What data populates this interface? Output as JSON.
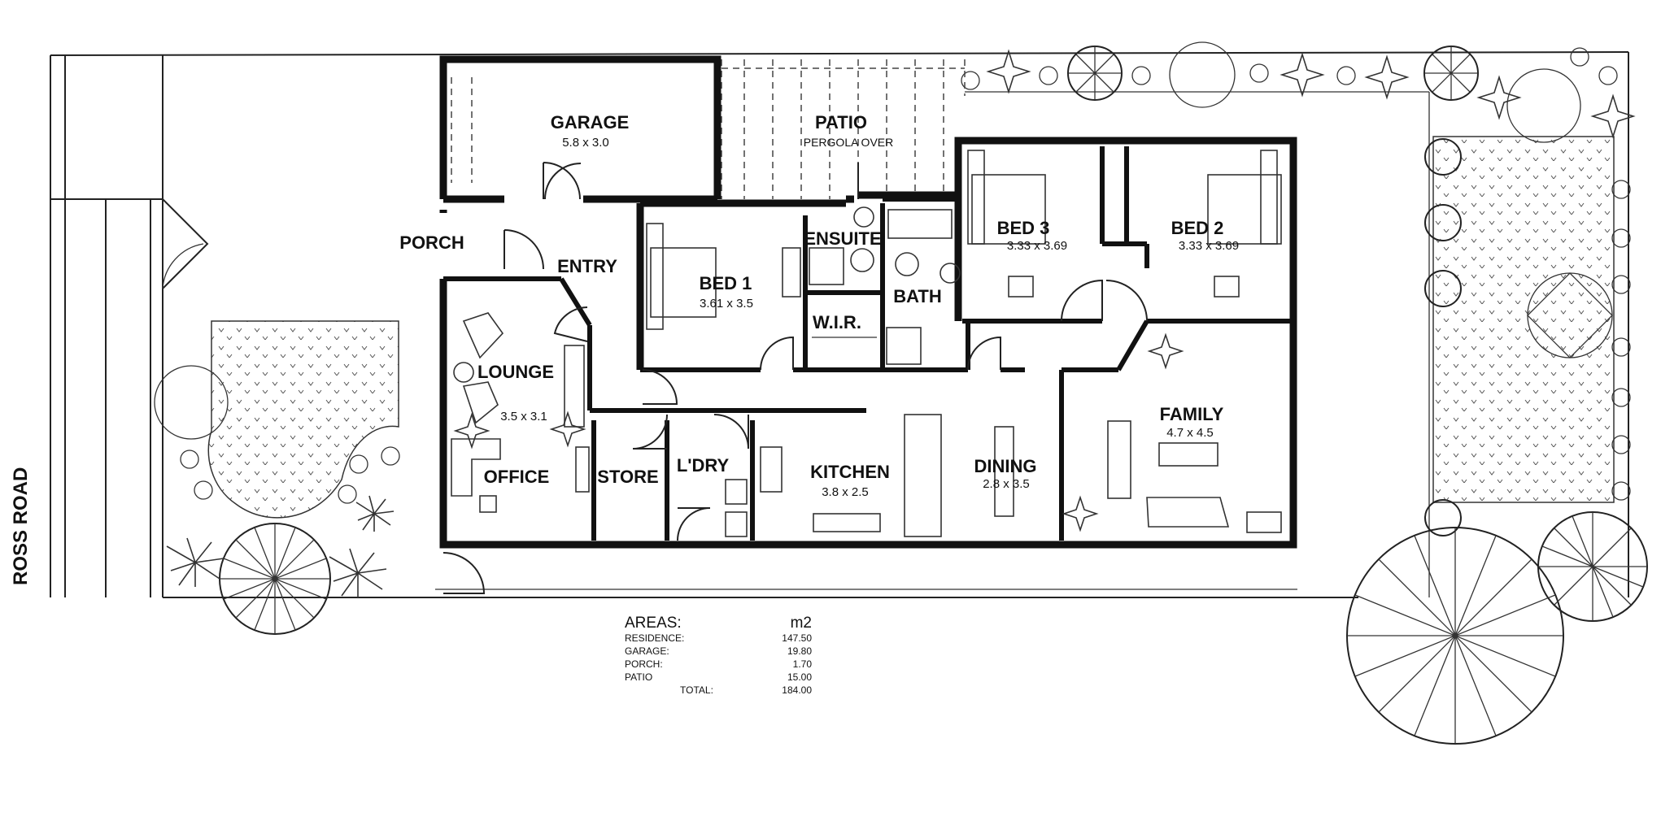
{
  "road_label": "ROSS ROAD",
  "rooms": {
    "garage": {
      "name": "GARAGE",
      "dim": "5.8 x 3.0"
    },
    "patio": {
      "name": "PATIO",
      "note": "PERGOLA OVER"
    },
    "porch": {
      "name": "PORCH"
    },
    "entry": {
      "name": "ENTRY"
    },
    "bed1": {
      "name": "BED 1",
      "dim": "3.61 x 3.5"
    },
    "ensuite": {
      "name": "ENSUITE"
    },
    "wir": {
      "name": "W.I.R."
    },
    "bath": {
      "name": "BATH"
    },
    "bed3": {
      "name": "BED 3",
      "dim": "3.33 x 3.69"
    },
    "bed2": {
      "name": "BED 2",
      "dim": "3.33 x 3.69"
    },
    "lounge": {
      "name": "LOUNGE",
      "dim": "3.5 x 3.1"
    },
    "office": {
      "name": "OFFICE"
    },
    "store": {
      "name": "STORE"
    },
    "laundry": {
      "name": "L'DRY"
    },
    "kitchen": {
      "name": "KITCHEN",
      "dim": "3.8 x 2.5"
    },
    "dining": {
      "name": "DINING",
      "dim": "2.8 x 3.5"
    },
    "family": {
      "name": "FAMILY",
      "dim": "4.7 x 4.5"
    }
  },
  "areas": {
    "title": "AREAS:",
    "unit": "m2",
    "rows": [
      {
        "label": "RESIDENCE:",
        "value": "147.50"
      },
      {
        "label": "GARAGE:",
        "value": "19.80"
      },
      {
        "label": "PORCH:",
        "value": "1.70"
      },
      {
        "label": "PATIO",
        "value": "15.00"
      }
    ],
    "total": {
      "label": "TOTAL:",
      "value": "184.00"
    }
  },
  "colors": {
    "line": "#111111",
    "background": "#ffffff"
  }
}
